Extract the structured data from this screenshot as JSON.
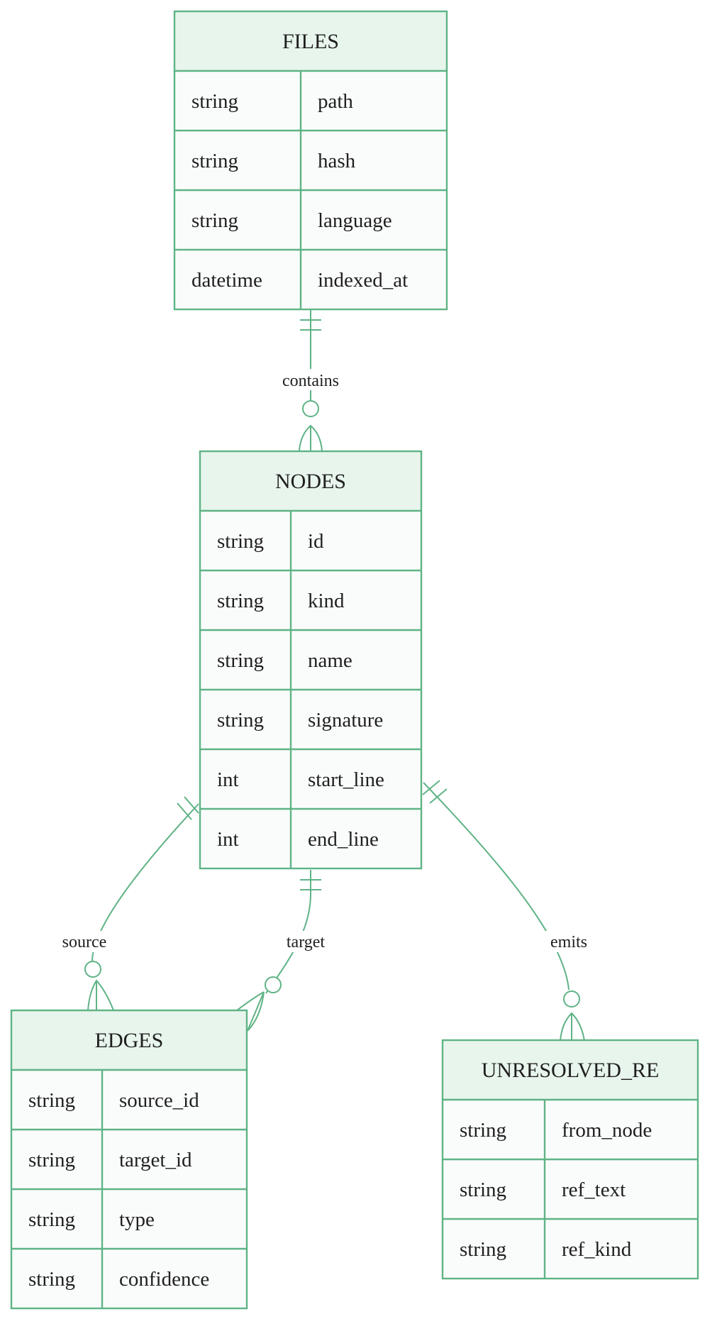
{
  "diagram": {
    "entities": [
      {
        "id": "files",
        "title": "FILES",
        "rows": [
          {
            "type": "string",
            "name": "path"
          },
          {
            "type": "string",
            "name": "hash"
          },
          {
            "type": "string",
            "name": "language"
          },
          {
            "type": "datetime",
            "name": "indexed_at"
          }
        ]
      },
      {
        "id": "nodes",
        "title": "NODES",
        "rows": [
          {
            "type": "string",
            "name": "id"
          },
          {
            "type": "string",
            "name": "kind"
          },
          {
            "type": "string",
            "name": "name"
          },
          {
            "type": "string",
            "name": "signature"
          },
          {
            "type": "int",
            "name": "start_line"
          },
          {
            "type": "int",
            "name": "end_line"
          }
        ]
      },
      {
        "id": "edges",
        "title": "EDGES",
        "rows": [
          {
            "type": "string",
            "name": "source_id"
          },
          {
            "type": "string",
            "name": "target_id"
          },
          {
            "type": "string",
            "name": "type"
          },
          {
            "type": "string",
            "name": "confidence"
          }
        ]
      },
      {
        "id": "unresolved",
        "title": "UNRESOLVED_RE",
        "rows": [
          {
            "type": "string",
            "name": "from_node"
          },
          {
            "type": "string",
            "name": "ref_text"
          },
          {
            "type": "string",
            "name": "ref_kind"
          }
        ]
      }
    ],
    "relationships": [
      {
        "from": "files",
        "to": "nodes",
        "label": "contains",
        "from_card": "exactly-one",
        "to_card": "zero-or-many"
      },
      {
        "from": "nodes",
        "to": "edges",
        "label": "source",
        "from_card": "exactly-one",
        "to_card": "zero-or-many"
      },
      {
        "from": "nodes",
        "to": "edges",
        "label": "target",
        "from_card": "exactly-one",
        "to_card": "zero-or-many"
      },
      {
        "from": "nodes",
        "to": "unresolved",
        "label": "emits",
        "from_card": "exactly-one",
        "to_card": "zero-or-many"
      }
    ],
    "colors": {
      "stroke": "#5fb386",
      "header_fill": "#e8f5ec",
      "body_fill": "#fafcfb"
    }
  }
}
